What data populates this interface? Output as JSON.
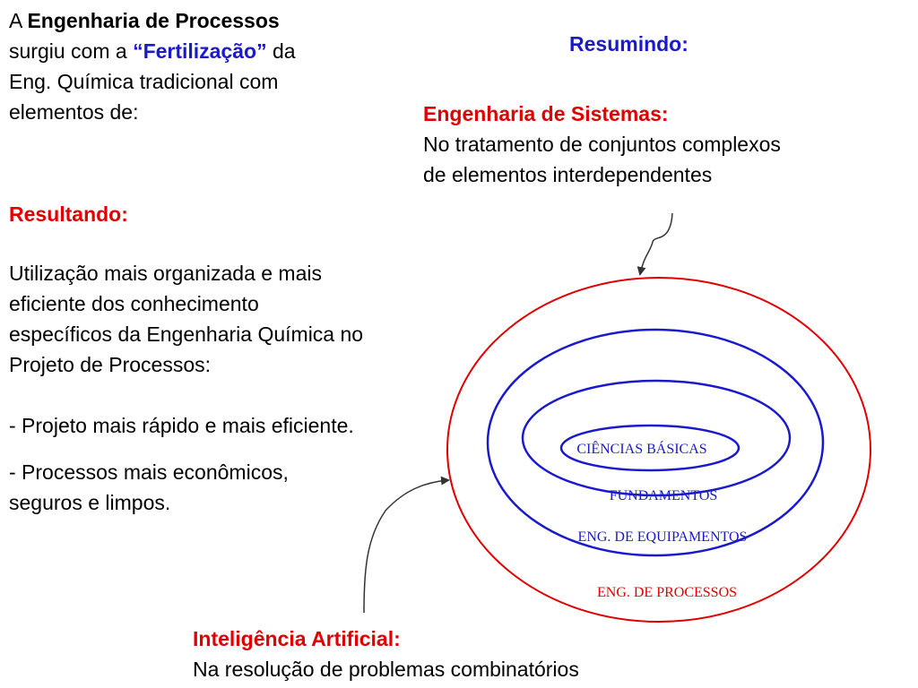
{
  "intro": {
    "prefix": "A ",
    "title_bold": "Engenharia de Processos",
    "line2_prefix": "surgiu com a ",
    "fertilizacao": "“Fertilização”",
    "line2_suffix": " da",
    "line3": "Eng. Química tradicional com",
    "line4": "elementos de:"
  },
  "resumindo": "Resumindo:",
  "sistemas": {
    "title": "Engenharia de Sistemas:",
    "line1": "No tratamento de conjuntos complexos",
    "line2": "de elementos interdependentes"
  },
  "resultando": {
    "title": "Resultando:",
    "lines": [
      "Utilização mais organizada e mais",
      "eficiente dos conhecimento",
      "específicos da Engenharia Química no",
      "Projeto de Processos:"
    ],
    "bullet1": "- Projeto mais rápido e mais eficiente.",
    "bullet2_line1": "- Processos mais econômicos,",
    "bullet2_line2": "seguros e limpos."
  },
  "ia": {
    "title": "Inteligência Artificial:",
    "line1": "Na resolução de problemas combinatórios"
  },
  "diagram": {
    "rings": [
      {
        "label": "CIÊNCIAS BÁSICAS",
        "color": "#1a1acc"
      },
      {
        "label": "FUNDAMENTOS",
        "color": "#1a1acc"
      },
      {
        "label": "ENG. DE EQUIPAMENTOS",
        "color": "#1a1acc"
      },
      {
        "label": "ENG. DE PROCESSOS",
        "color": "#e00000"
      }
    ]
  },
  "colors": {
    "red": "#e00000",
    "blue": "#1a1acc",
    "arrow": "#333333"
  }
}
